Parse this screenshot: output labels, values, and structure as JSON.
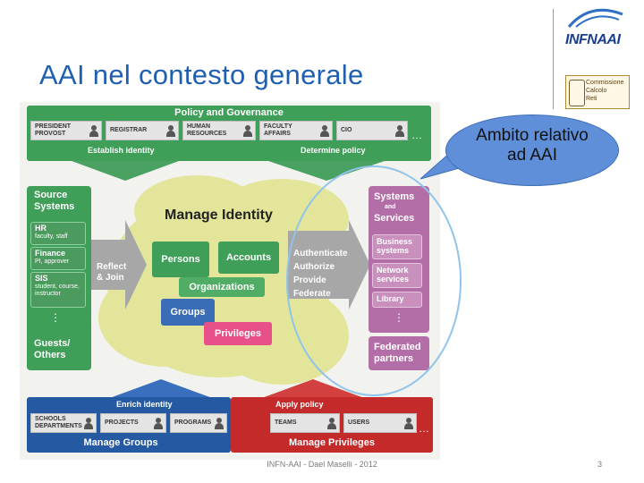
{
  "slide": {
    "title": "AAI nel contesto generale",
    "footer": "INFN-AAI - Dael Maselli - 2012",
    "page_number": "3"
  },
  "logos": {
    "infn_text": "INFN",
    "aai_text": "AAI",
    "ccr_lines": [
      "Commissione",
      "Calcolo",
      "Reti"
    ]
  },
  "callout": {
    "text_line1": "Ambito relativo",
    "text_line2": "ad AAI"
  },
  "diagram": {
    "policy_bar": {
      "title": "Policy and Governance",
      "tiles": [
        {
          "line1": "President",
          "line2": "Provost"
        },
        {
          "line1": "Registrar",
          "line2": ""
        },
        {
          "line1": "Human",
          "line2": "Resources"
        },
        {
          "line1": "Faculty",
          "line2": "Affairs"
        },
        {
          "line1": "CIO",
          "line2": ""
        }
      ],
      "ellipsis": "…",
      "left_label": "Establish identity",
      "right_label": "Determine policy"
    },
    "source_systems": {
      "title_line1": "Source",
      "title_line2": "Systems",
      "items": [
        {
          "title": "HR",
          "sub": "faculty, staff"
        },
        {
          "title": "Finance",
          "sub": "PI, approver"
        },
        {
          "title": "SIS",
          "sub": "student, course, instructor"
        }
      ],
      "ellipsis": "⋮",
      "guests_line1": "Guests/",
      "guests_line2": "Others"
    },
    "reflect_join_line1": "Reflect",
    "reflect_join_line2": "& Join",
    "manage_identity": "Manage Identity",
    "persons": "Persons",
    "accounts": "Accounts",
    "organizations": "Organizations",
    "groups": "Groups",
    "privileges": "Privileges",
    "aap": [
      "Authenticate",
      "Authorize",
      "Provide",
      "Federate"
    ],
    "systems_services": {
      "title_line1": "Systems",
      "title_and": "and",
      "title_line2": "Services",
      "items": [
        {
          "line1": "Business",
          "line2": "systems"
        },
        {
          "line1": "Network",
          "line2": "services"
        },
        {
          "line1": "Library",
          "line2": ""
        }
      ],
      "ellipsis": "⋮",
      "federated_line1": "Federated",
      "federated_line2": "partners"
    },
    "groups_bar": {
      "top_label": "Enrich identity",
      "tiles": [
        {
          "line1": "Schools",
          "line2": "Departments"
        },
        {
          "line1": "Projects",
          "line2": ""
        },
        {
          "line1": "Programs",
          "line2": ""
        }
      ],
      "title": "Manage Groups"
    },
    "privileges_bar": {
      "top_label": "Apply policy",
      "tiles": [
        {
          "line1": "Teams",
          "line2": ""
        },
        {
          "line1": "Users",
          "line2": ""
        }
      ],
      "ellipsis": "…",
      "title": "Manage Privileges"
    }
  }
}
